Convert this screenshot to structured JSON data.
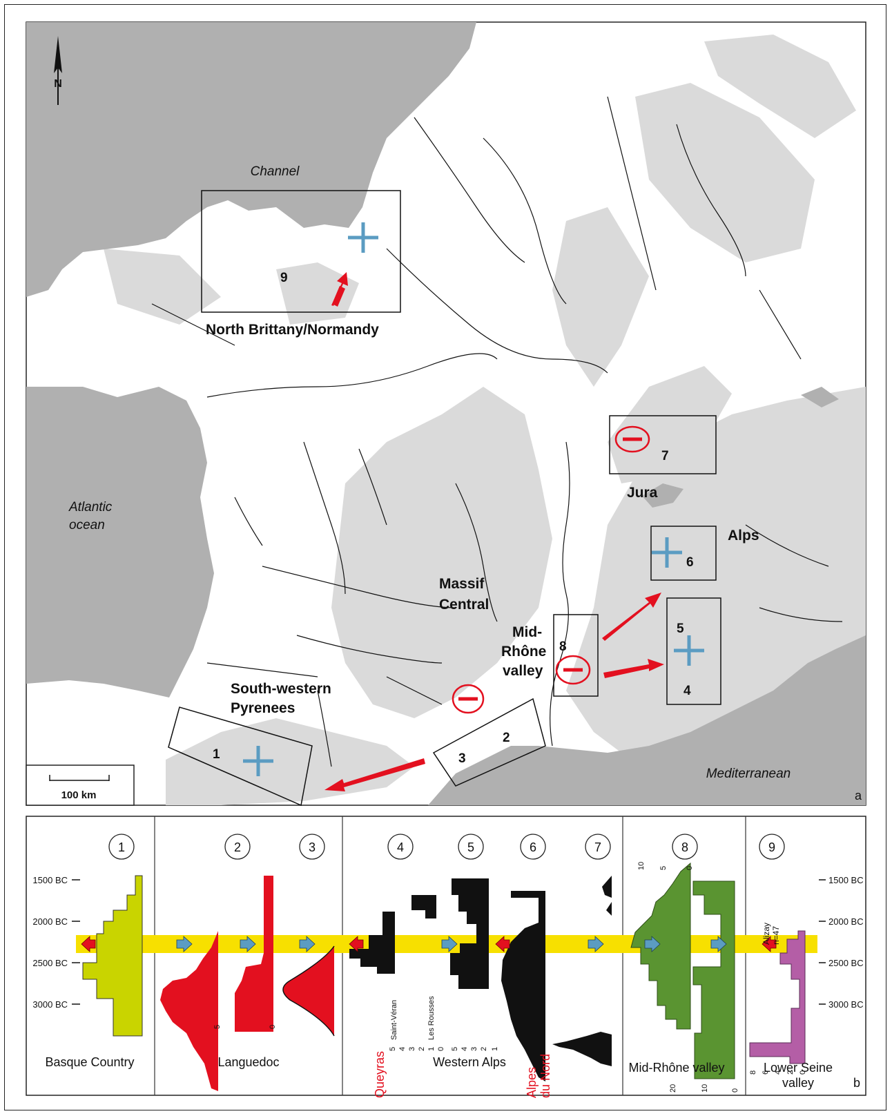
{
  "map": {
    "north_label": "N",
    "sea_labels": {
      "channel": "Channel",
      "atlantic_1": "Atlantic",
      "atlantic_2": "ocean",
      "mediterranean": "Mediterranean"
    },
    "region_labels": {
      "north_brittany": "North Brittany/Normandy",
      "massif_1": "Massif",
      "massif_2": "Central",
      "midrhone_1": "Mid-",
      "midrhone_2": "Rhône",
      "midrhone_3": "valley",
      "jura": "Jura",
      "alps": "Alps",
      "sw_1": "South-western",
      "sw_2": "Pyrenees"
    },
    "site_numbers": {
      "s1": "1",
      "s2": "2",
      "s3": "3",
      "s4": "4",
      "s5": "5",
      "s6": "6",
      "s7": "7",
      "s8": "8",
      "s9": "9"
    },
    "scale_label": "100 km",
    "panel_letter": "a",
    "colors": {
      "sea": "#b0b0b0",
      "relief": "#dadada",
      "land": "#ffffff",
      "arrow": "#e3101f",
      "plus": "#5b9cc2"
    }
  },
  "chart": {
    "panel_letter": "b",
    "circles": [
      "1",
      "2",
      "3",
      "4",
      "5",
      "6",
      "7",
      "8",
      "9"
    ],
    "time_labels_left": [
      "1500 BC",
      "2000 BC",
      "2500 BC",
      "3000 BC"
    ],
    "time_labels_right": [
      "1500 BC",
      "2000 BC",
      "2500 BC",
      "3000 BC"
    ],
    "regions": {
      "basque": "Basque Country",
      "languedoc": "Languedoc",
      "western_alps": "Western Alps",
      "midrhone": "Mid-Rhône valley",
      "lower_seine_1": "Lower Seine",
      "lower_seine_2": "valley"
    },
    "red_labels": {
      "queyras": "Queyras",
      "alpes_1": "Alpes",
      "alpes_2": "du Nord"
    },
    "site_names": {
      "saint_veran": "Saint-Véran",
      "les_rousses": "Les Rousses"
    },
    "alizay_1": "Alizay",
    "alizay_2": "n=47",
    "axis_languedoc": [
      "5",
      "0"
    ],
    "axis_alps": [
      "5",
      "4",
      "3",
      "2",
      "1",
      "0",
      "5",
      "4",
      "3",
      "2",
      "1"
    ],
    "axis_midrhone_top": [
      "10",
      "5",
      "0"
    ],
    "axis_midrhone_bottom": [
      "20",
      "10",
      "0"
    ],
    "axis_seine": [
      "8",
      "6",
      "4",
      "2",
      "0"
    ],
    "colors": {
      "band": "#f7e000",
      "basque": "#c9d400",
      "languedoc": "#e3101f",
      "alps": "#111111",
      "midrhone": "#5a9431",
      "seine": "#b45ea6",
      "arrow_red": "#e3101f",
      "arrow_blue": "#5b9cc2"
    }
  }
}
